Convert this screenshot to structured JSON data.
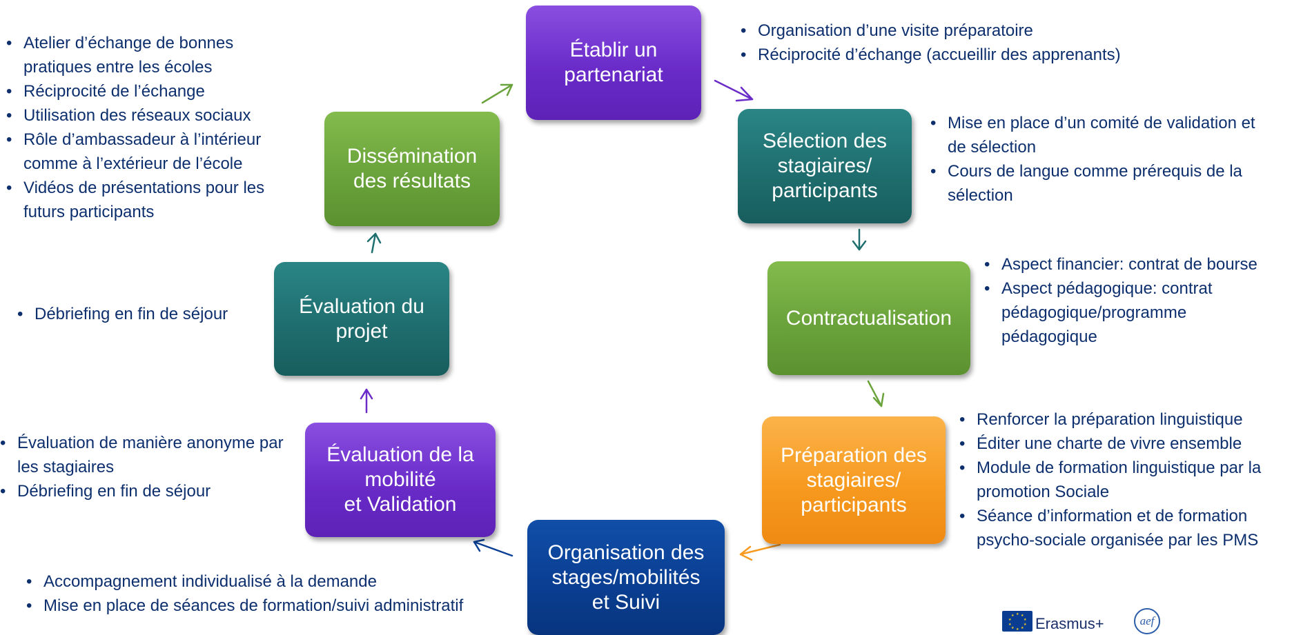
{
  "nodes": {
    "partenariat": "Établir un\npartenariat",
    "selection": "Sélection des\nstagiaires/\nparticipants",
    "contractualisation": "Contractualisation",
    "preparation": "Préparation des\nstagiaires/\nparticipants",
    "organisation": "Organisation des\nstages/mobilités\net Suivi",
    "evaluation_mobilite": "Évaluation de la\nmobilité\net Validation",
    "evaluation_projet": "Évaluation du\nprojet",
    "dissemination": "Dissémination\ndes résultats"
  },
  "notes": {
    "partenariat": [
      "Organisation d’une visite préparatoire",
      "Réciprocité d’échange (accueillir des apprenants)"
    ],
    "selection": [
      "Mise en place d’un comité de validation et de sélection",
      "Cours de langue comme prérequis de la sélection"
    ],
    "contractualisation": [
      "Aspect financier: contrat de bourse",
      "Aspect pédagogique: contrat pédagogique/programme pédagogique"
    ],
    "preparation": [
      "Renforcer la préparation linguistique",
      "Éditer une charte de vivre ensemble",
      "Module de formation linguistique par la promotion Sociale",
      "Séance d’information et de formation psycho-sociale organisée par les PMS"
    ],
    "organisation": [
      "Accompagnement individualisé à la demande",
      "Mise en place de séances de formation/suivi administratif"
    ],
    "evaluation_mobilite": [
      "Évaluation de manière anonyme par les stagiaires",
      "Débriefing en fin de séjour"
    ],
    "evaluation_projet": [
      "Débriefing en fin de séjour"
    ],
    "dissemination": [
      "Atelier d’échange de bonnes pratiques entre les écoles",
      "Réciprocité de l’échange",
      "Utilisation des réseaux sociaux",
      "Rôle d’ambassadeur à l’intérieur comme à l’extérieur de l’école",
      "Vidéos de présentations pour les futurs participants"
    ]
  },
  "logos": {
    "erasmus": "Erasmus+",
    "aef": "aef"
  },
  "colors": {
    "purple": "#6a2bc9",
    "teal": "#1f6e6f",
    "green": "#6aa33b",
    "orange": "#f79a1f",
    "blue": "#0a3f93",
    "text": "#0d2f6e"
  }
}
